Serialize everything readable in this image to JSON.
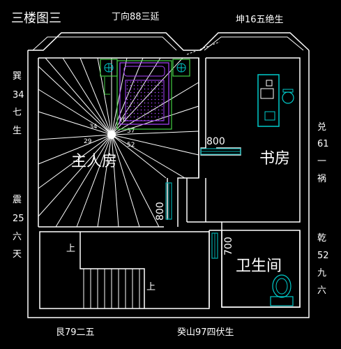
{
  "title": "三楼图三",
  "top_directions": {
    "left": "丁向88三延",
    "right": "坤16五绝生"
  },
  "bottom_directions": {
    "left": "艮79二五",
    "right": "癸山97四伏生"
  },
  "left_directions": {
    "top": [
      "巽",
      "34",
      "七",
      "生"
    ],
    "bottom": [
      "震",
      "25",
      "六",
      "天"
    ]
  },
  "right_directions": {
    "top": [
      "兑",
      "61",
      "一",
      "祸"
    ],
    "bottom": [
      "乾",
      "52",
      "九",
      "六"
    ]
  },
  "rooms": {
    "master_bedroom": "主人房",
    "study": "书房",
    "bathroom": "卫生间"
  },
  "dimensions": {
    "study_door": "800",
    "bedroom_door": "800",
    "bathroom_door": "700"
  },
  "stairs": {
    "up_label_1": "上",
    "up_label_2": "上"
  },
  "compass_degrees": [
    "34",
    "29",
    "16",
    "57",
    "52"
  ],
  "colors": {
    "background": "#000000",
    "wall": "#ffffff",
    "text": "#ffffff",
    "bed": "#aa44ff",
    "furniture_green": "#44cc44",
    "cyan": "#00cccc",
    "door": "#00aaaa"
  }
}
